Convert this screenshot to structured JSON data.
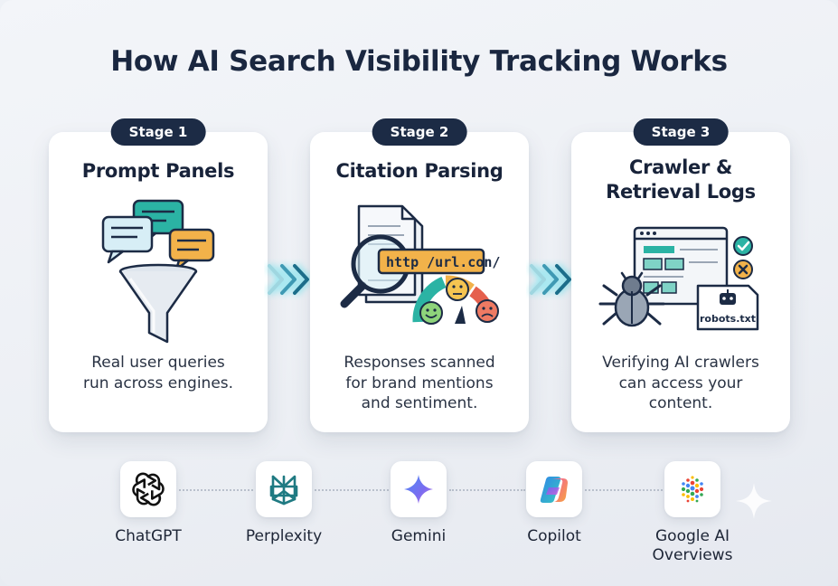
{
  "title": "How AI Search Visibility Tracking Works",
  "stages": [
    {
      "pill": "Stage 1",
      "title_lines": [
        "Prompt Panels"
      ],
      "description_lines": [
        "Real user queries",
        "run across engines."
      ]
    },
    {
      "pill": "Stage 2",
      "title_lines": [
        "Citation Parsing"
      ],
      "description_lines": [
        "Responses scanned",
        "for brand mentions",
        "and sentiment."
      ],
      "url_text": "http /url.con/"
    },
    {
      "pill": "Stage 3",
      "title_lines": [
        "Crawler &",
        "Retrieval Logs"
      ],
      "description_lines": [
        "Verifying AI crawlers",
        "can access your",
        "content."
      ],
      "file_label": "robots.txt"
    }
  ],
  "engines": [
    {
      "name": "ChatGPT",
      "icon": "chatgpt-logo-icon"
    },
    {
      "name": "Perplexity",
      "icon": "perplexity-logo-icon"
    },
    {
      "name": "Gemini",
      "icon": "gemini-sparkle-icon"
    },
    {
      "name": "Copilot",
      "icon": "copilot-logo-icon"
    },
    {
      "name_lines": [
        "Google AI",
        "Overviews"
      ],
      "icon": "google-ai-overviews-icon"
    }
  ],
  "colors": {
    "title": "#1a2740",
    "pill": "#1c2b45",
    "chevron": "#1d6f8c",
    "chevron_glow": "#7fe3ee",
    "bubble_blue": "#3aa7c7",
    "bubble_teal": "#2bb3a4",
    "bubble_orange": "#f2b24a"
  }
}
